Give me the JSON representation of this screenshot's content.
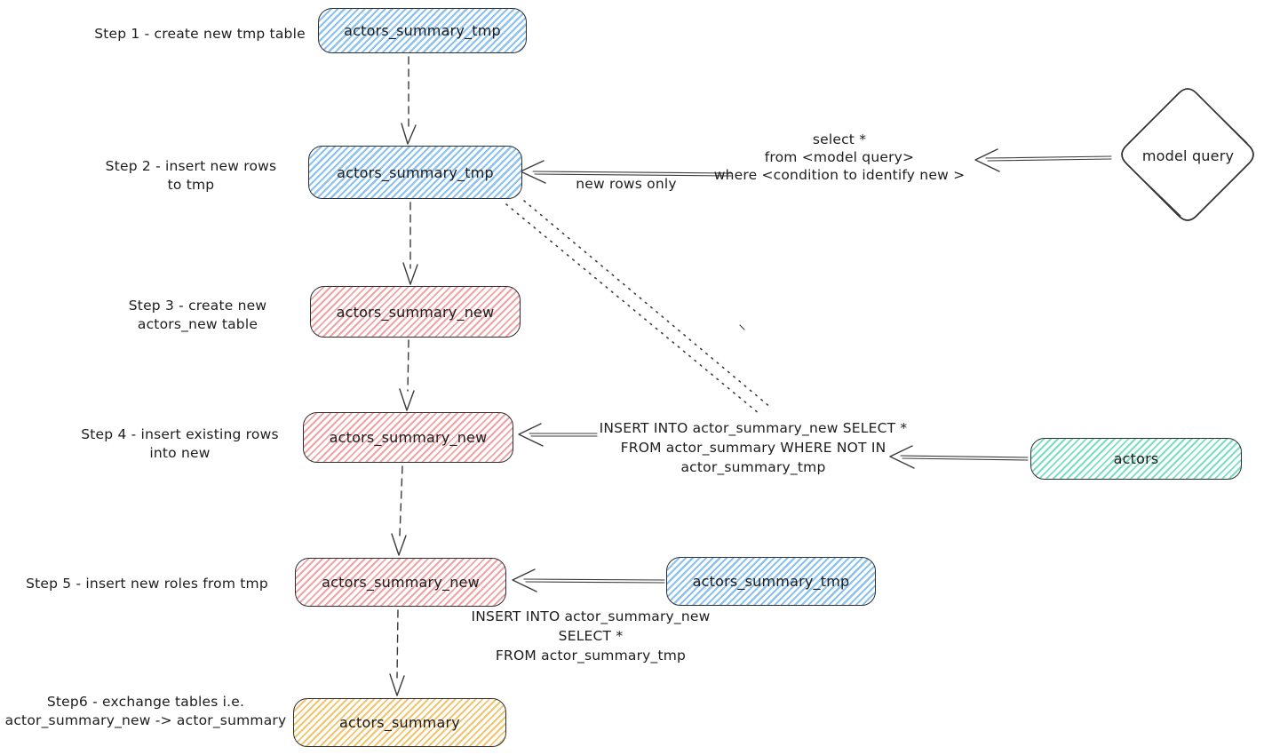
{
  "steps": [
    {
      "label": "Step 1 - create new tmp table",
      "box": "actors_summary_tmp",
      "color": "blue"
    },
    {
      "label": "Step 2 - insert new rows\nto tmp",
      "box": "actors_summary_tmp",
      "color": "blue"
    },
    {
      "label": "Step 3 - create new\nactors_new table",
      "box": "actors_summary_new",
      "color": "red"
    },
    {
      "label": "Step 4 - insert existing rows\ninto new",
      "box": "actors_summary_new",
      "color": "red"
    },
    {
      "label": "Step 5 - insert new roles from tmp",
      "box": "actors_summary_new",
      "color": "red"
    },
    {
      "label": "Step6 - exchange tables i.e.\nactor_summary_new -> actor_summary",
      "box": "actors_summary",
      "color": "yellow"
    }
  ],
  "annotations": {
    "model_query": "model query",
    "select_sql": "select *\nfrom <model query>\nwhere <condition to identify new >",
    "new_rows_only": "new rows only",
    "step4_sql": "INSERT INTO actor_summary_new SELECT *\nFROM actor_summary WHERE NOT IN\nactor_summary_tmp",
    "actors_box": "actors",
    "step5_source_box": "actors_summary_tmp",
    "step5_sql": "INSERT INTO actor_summary_new\nSELECT *\nFROM actor_summary_tmp"
  },
  "colors": {
    "blue_hatch": "#8cc2ef",
    "red_hatch": "#f2a3a3",
    "green_hatch": "#79dec2",
    "yellow_hatch": "#f2c46d",
    "stroke": "#2f2f2f",
    "wire": "#3b3b3b",
    "text": "#1d1d1d",
    "bg": "#ffffff"
  }
}
